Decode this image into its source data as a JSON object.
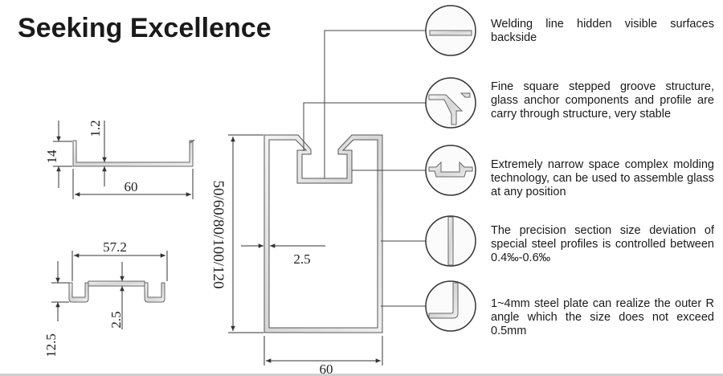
{
  "title": "Seeking Excellence",
  "dimensions": {
    "small_height": "14",
    "small_thickness": "1.2",
    "small_width": "60",
    "wide_width": "57.2",
    "wide_thickness": "2.5",
    "wide_height": "12.5",
    "main_height": "50/60/80/100/120",
    "main_thickness": "2.5",
    "main_width": "60"
  },
  "features": [
    {
      "icon": "welding-line-detail-icon",
      "text": "Welding line hidden visible surfaces backside"
    },
    {
      "icon": "stepped-groove-detail-icon",
      "text": "Fine square stepped groove structure, glass anchor components and profile are carry through  structure, very stable"
    },
    {
      "icon": "narrow-space-detail-icon",
      "text": "Extremely narrow space complex molding technology, can be used to assemble glass at any position"
    },
    {
      "icon": "section-deviation-detail-icon",
      "text": "The precision section size deviation of special steel profiles is controlled between 0.4‰-0.6‰"
    },
    {
      "icon": "r-angle-detail-icon",
      "text": "1~4mm steel plate can realize the outer R angle which the size does not exceed 0.5mm"
    }
  ],
  "colors": {
    "profile_fill": "#e6e6e6",
    "profile_stroke": "#555555",
    "text": "#1a1a1a"
  }
}
